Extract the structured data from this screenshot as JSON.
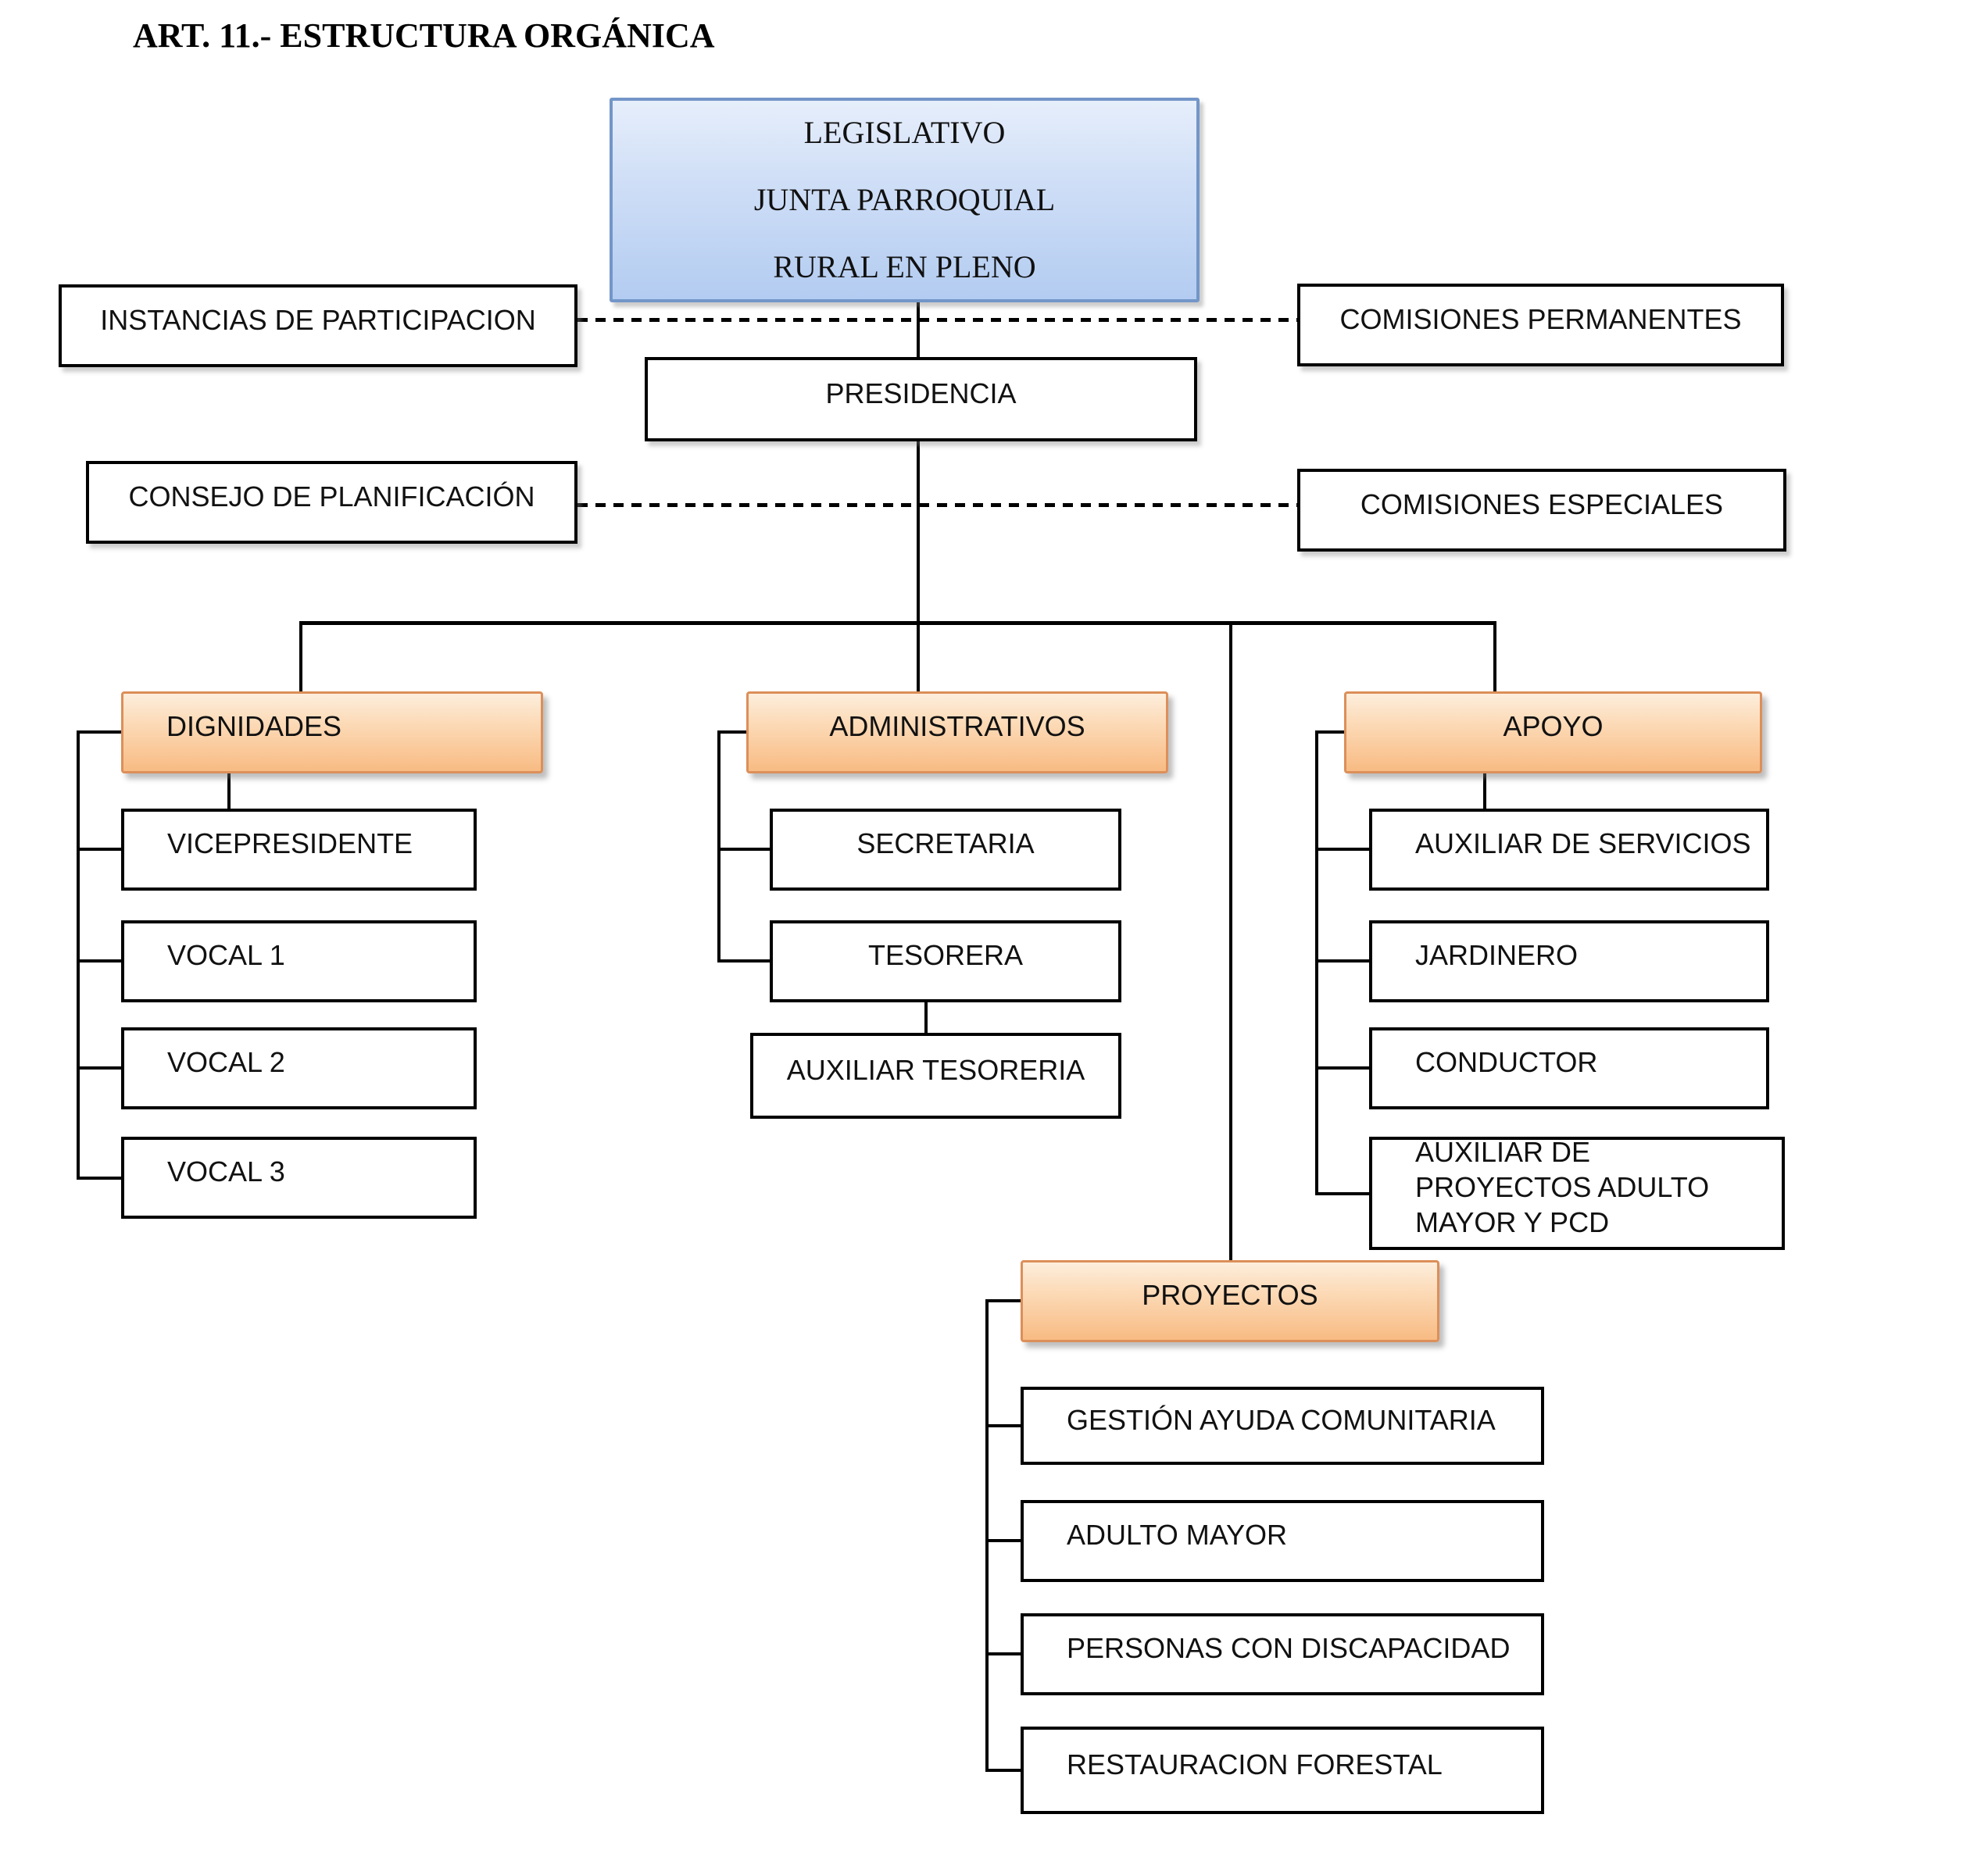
{
  "title": "ART. 11.- ESTRUCTURA ORGÁNICA",
  "legislativo": {
    "line1": "LEGISLATIVO",
    "line2": "JUNTA PARROQUIAL",
    "line3": "RURAL EN PLENO"
  },
  "side_boxes": {
    "instancias_participacion": "INSTANCIAS DE PARTICIPACION",
    "comisiones_permanentes": "COMISIONES PERMANENTES",
    "presidencia": "PRESIDENCIA",
    "consejo_planificacion": "CONSEJO DE PLANIFICACIÓN",
    "comisiones_especiales": "COMISIONES ESPECIALES"
  },
  "groups": [
    {
      "header": "DIGNIDADES",
      "children": [
        "VICEPRESIDENTE",
        "VOCAL 1",
        "VOCAL 2",
        "VOCAL 3"
      ]
    },
    {
      "header": "ADMINISTRATIVOS",
      "children": [
        "SECRETARIA",
        "TESORERA"
      ],
      "subchild": "AUXILIAR TESORERIA"
    },
    {
      "header": "APOYO",
      "children": [
        "AUXILIAR DE SERVICIOS",
        "JARDINERO",
        "CONDUCTOR",
        "AUXILIAR DE PROYECTOS ADULTO MAYOR Y PCD"
      ]
    },
    {
      "header": "PROYECTOS",
      "children": [
        "GESTIÓN AYUDA COMUNITARIA",
        "ADULTO MAYOR",
        "PERSONAS CON DISCAPACIDAD",
        "RESTAURACION FORESTAL"
      ]
    }
  ],
  "colors": {
    "header_fill_top": "#fdeedd",
    "header_fill_bottom": "#f8bb83",
    "header_border": "#dc8f5a",
    "root_fill_top": "#e6eefb",
    "root_fill_bottom": "#b3ccf1",
    "root_border": "#7396c8",
    "connector": "#000000",
    "text": "#111111"
  }
}
